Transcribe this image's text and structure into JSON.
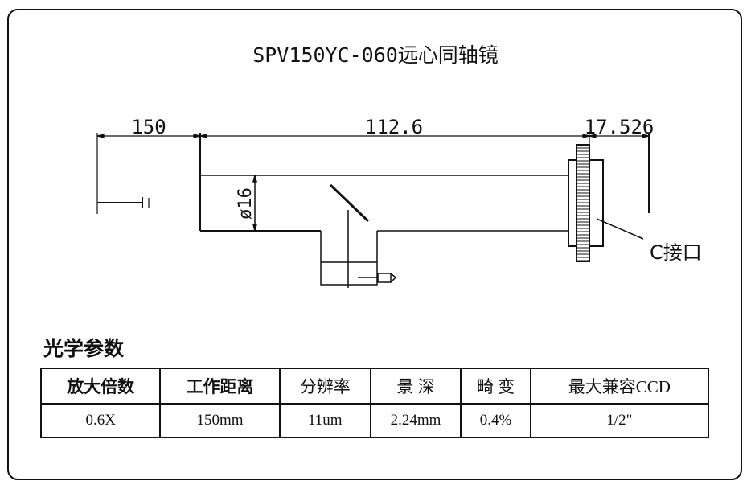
{
  "title": "SPV150YC-060远心同轴镜",
  "dimensions": {
    "working_distance": "150",
    "length": "112.6",
    "flange": "17.526",
    "diameter": "ø16"
  },
  "labels": {
    "c_mount": "C接口"
  },
  "section_heading": "光学参数",
  "table": {
    "headers": [
      "放大倍数",
      "工作距离",
      "分辨率",
      "景 深",
      "畸 变",
      "最大兼容CCD"
    ],
    "values": [
      "0.6X",
      "150mm",
      "11um",
      "2.24mm",
      "0.4%",
      "1/2\""
    ]
  }
}
